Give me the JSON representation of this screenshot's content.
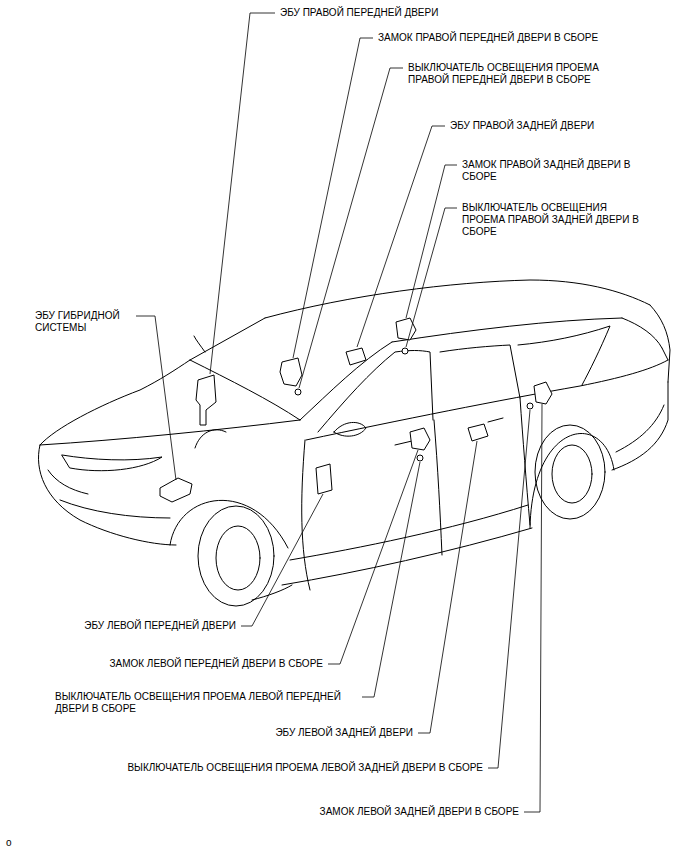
{
  "diagram": {
    "labels": [
      "ЭБУ ПРАВОЙ ПЕРЕДНЕЙ ДВЕРИ",
      "ЗАМОК ПРАВОЙ ПЕРЕДНЕЙ ДВЕРИ В СБОРЕ",
      "ВЫКЛЮЧАТЕЛЬ ОСВЕЩЕНИЯ ПРОЕМА ПРАВОЙ ПЕРЕДНЕЙ ДВЕРИ В СБОРЕ",
      "ЭБУ ПРАВОЙ ЗАДНЕЙ ДВЕРИ",
      "ЗАМОК ПРАВОЙ ЗАДНЕЙ ДВЕРИ В СБОРЕ",
      "ВЫКЛЮЧАТЕЛЬ ОСВЕЩЕНИЯ ПРОЕМА ПРАВОЙ ЗАДНЕЙ ДВЕРИ В СБОРЕ",
      "ЭБУ ГИБРИДНОЙ СИСТЕМЫ",
      "ЭБУ ЛЕВОЙ ПЕРЕДНЕЙ ДВЕРИ",
      "ЗАМОК ЛЕВОЙ ПЕРЕДНЕЙ ДВЕРИ В СБОРЕ",
      "ВЫКЛЮЧАТЕЛЬ ОСВЕЩЕНИЯ ПРОЕМА ЛЕВОЙ ПЕРЕДНЕЙ ДВЕРИ В СБОРЕ",
      "ЭБУ ЛЕВОЙ ЗАДНЕЙ ДВЕРИ",
      "ВЫКЛЮЧАТЕЛЬ ОСВЕЩЕНИЯ ПРОЕМА ЛЕВОЙ ЗАДНЕЙ ДВЕРИ В СБОРЕ",
      "ЗАМОК ЛЕВОЙ ЗАДНЕЙ ДВЕРИ В СБОРЕ",
      "o"
    ]
  }
}
